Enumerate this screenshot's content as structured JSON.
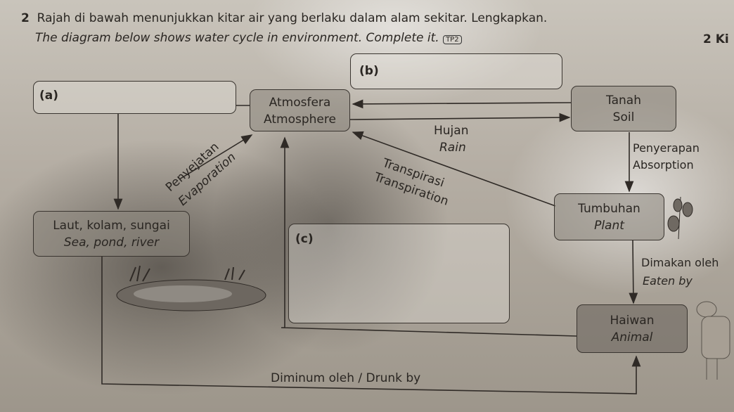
{
  "question": {
    "number": "2",
    "text_ms": "Rajah di bawah menunjukkan kitar air yang berlaku dalam alam sekitar. Lengkapkan.",
    "text_en": "The diagram below shows water cycle in environment. Complete it.",
    "badge": "TP2",
    "next_page_fragment": "2 Ki"
  },
  "diagram": {
    "blank_a": "(a)",
    "blank_b": "(b)",
    "blank_c": "(c)",
    "atmosphere": {
      "ms": "Atmosfera",
      "en": "Atmosphere"
    },
    "soil": {
      "ms": "Tanah",
      "en": "Soil"
    },
    "plant": {
      "ms": "Tumbuhan",
      "en": "Plant"
    },
    "animal": {
      "ms": "Haiwan",
      "en": "Animal"
    },
    "water_bodies": {
      "ms": "Laut, kolam, sungai",
      "en": "Sea, pond, river"
    },
    "rain": {
      "ms": "Hujan",
      "en": "Rain"
    },
    "transpiration": {
      "ms": "Transpirasi",
      "en": "Transpiration"
    },
    "evaporation": {
      "ms": "Penyejatan",
      "en": "Evaporation"
    },
    "absorption": {
      "ms": "Penyerapan",
      "en": "Absorption"
    },
    "eaten_by": {
      "ms": "Dimakan oleh",
      "en": "Eaten by"
    },
    "drunk_by": "Diminum oleh / Drunk by"
  },
  "icons": [
    "pond-illustration",
    "plant-illustration",
    "deer-illustration"
  ]
}
